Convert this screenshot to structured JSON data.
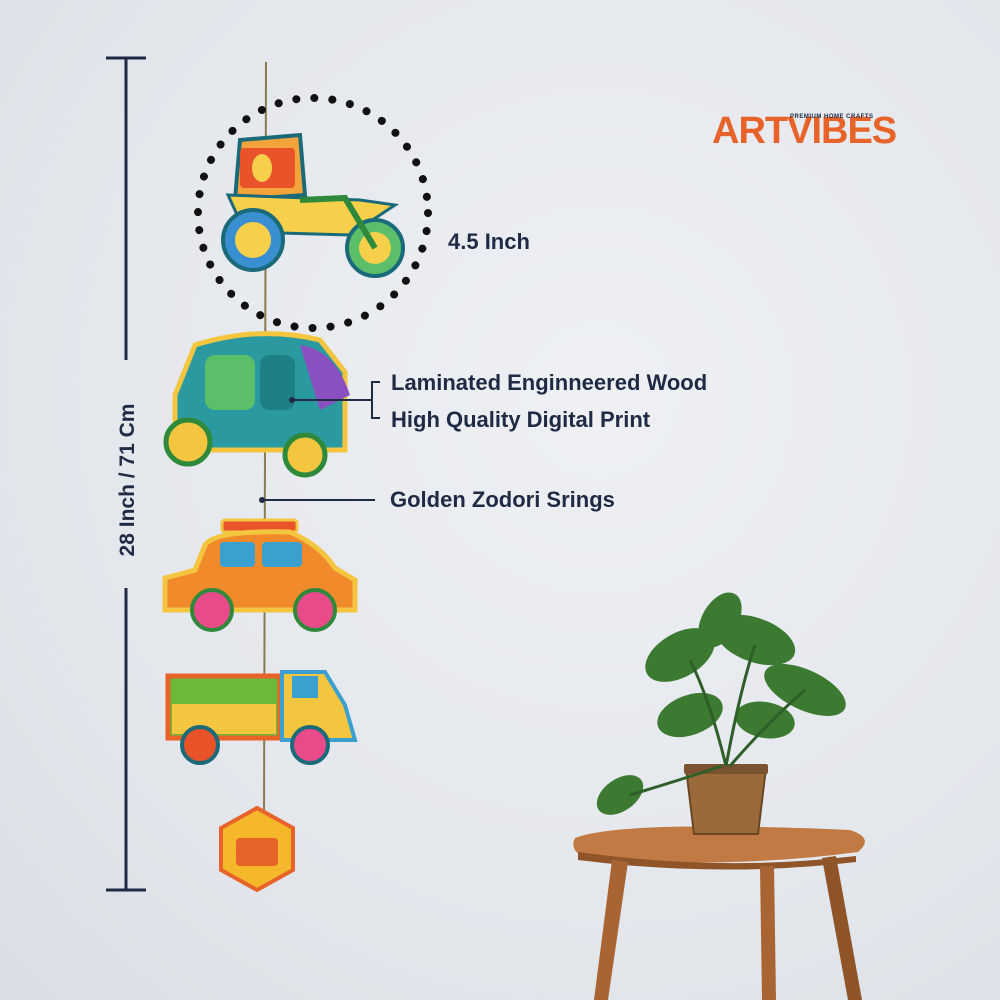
{
  "logo": {
    "brand": "ARTVIBES",
    "tagline": "PREMIUM HOME CRAFTS"
  },
  "dimensions": {
    "height_label": "28 Inch / 71 Cm",
    "piece_label": "4.5 Inch"
  },
  "callouts": {
    "material_line1": "Laminated Enginneered Wood",
    "material_line2": "High Quality Digital Print",
    "string": "Golden Zodori Srings"
  },
  "colors": {
    "accent": "#e8632a",
    "text": "#1f2a44"
  }
}
